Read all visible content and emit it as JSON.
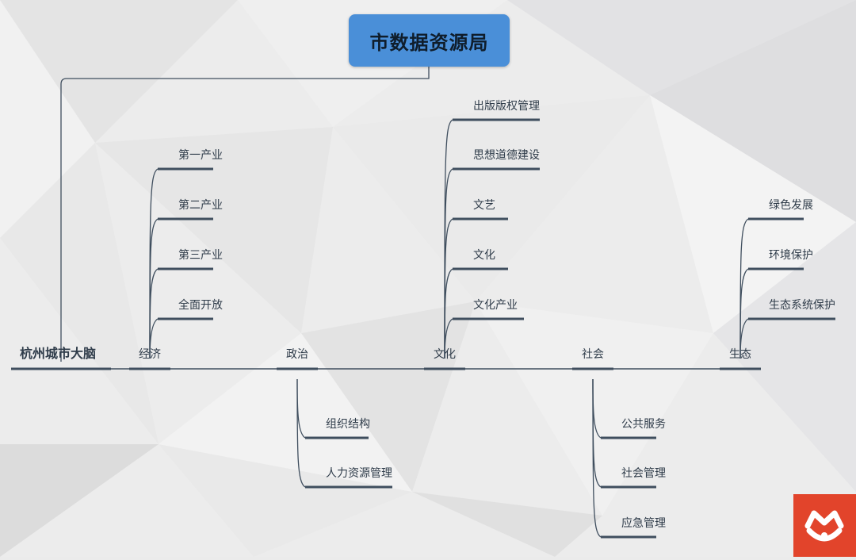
{
  "title": "市数据资源局",
  "root": "杭州城市大脑",
  "colors": {
    "line": "#3f4e5e",
    "title_box": "#4a8fd8",
    "logo": "#e2442b"
  },
  "branches": [
    {
      "label": "经济",
      "children": [
        "第一产业",
        "第二产业",
        "第三产业",
        "全面开放"
      ]
    },
    {
      "label": "政治",
      "children": [
        "组织结构",
        "人力资源管理"
      ]
    },
    {
      "label": "文化",
      "children": [
        "出版版权管理",
        "思想道德建设",
        "文艺",
        "文化",
        "文化产业"
      ]
    },
    {
      "label": "社会",
      "children": [
        "公共服务",
        "社会管理",
        "应急管理"
      ]
    },
    {
      "label": "生态",
      "children": [
        "绿色发展",
        "环境保护",
        "生态系统保护"
      ]
    }
  ],
  "logo": {
    "icon": "brand-logo-icon"
  }
}
